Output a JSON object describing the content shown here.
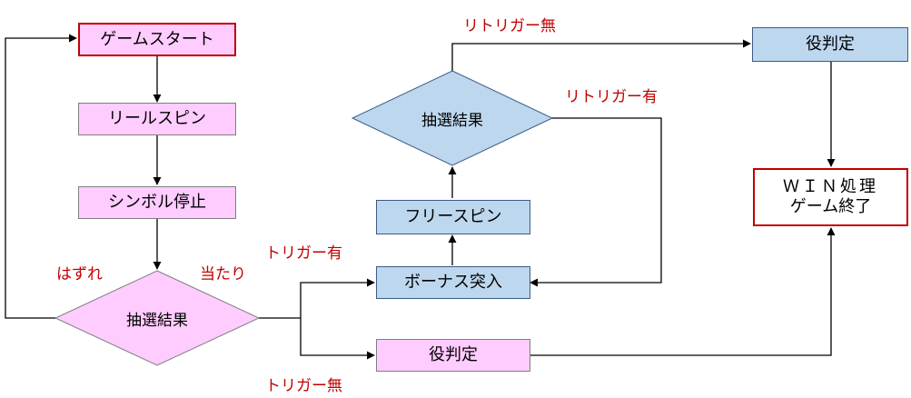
{
  "nodes": {
    "game_start": "ゲームスタート",
    "reel_spin": "リールスピン",
    "symbol_stop": "シンボル停止",
    "lottery_result_main": "抽選結果",
    "bonus_entry": "ボーナス突入",
    "free_spin": "フリースピン",
    "lottery_result_free": "抽選結果",
    "role_judgement_top": "役判定",
    "role_judgement_bottom": "役判定",
    "win_process_line1": "ＷＩＮ処理",
    "win_process_line2": "ゲーム終了"
  },
  "labels": {
    "miss": "はずれ",
    "hit": "当たり",
    "trigger_yes": "トリガー有",
    "trigger_no": "トリガー無",
    "retrigger_no": "リトリガー無",
    "retrigger_yes": "リトリガー有"
  },
  "colors": {
    "pink_fill": "#ffccff",
    "blue_fill": "#bdd7ee",
    "red_border": "#c00000",
    "label_red": "#c00000",
    "line": "#000000"
  }
}
